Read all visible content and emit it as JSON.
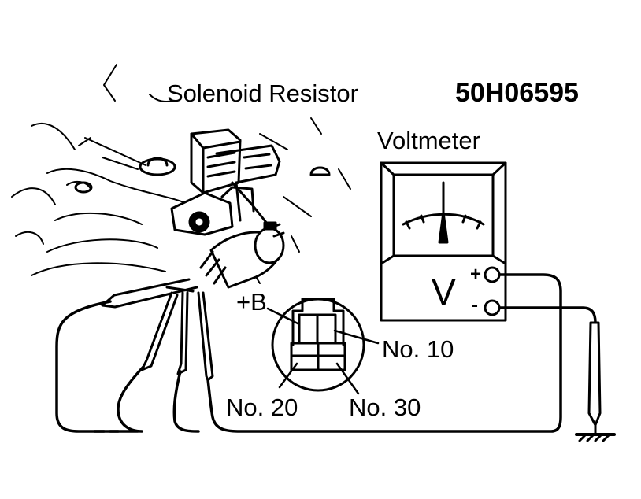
{
  "labels": {
    "component": "Solenoid Resistor",
    "figure_code": "50H06595",
    "meter": "Voltmeter",
    "supply": "+B",
    "pin_10": "No. 10",
    "pin_20": "No. 20",
    "pin_30": "No. 30",
    "meter_symbol": "V",
    "plus_sign": "+",
    "minus_sign": "-"
  },
  "colors": {
    "ink": "#000000",
    "paper": "#ffffff"
  }
}
